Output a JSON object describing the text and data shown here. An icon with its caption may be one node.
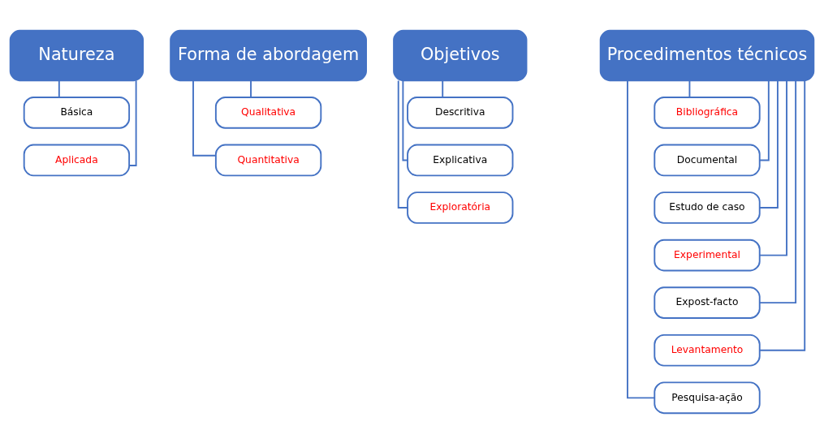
{
  "diagram": {
    "nodes": [
      {
        "text": [
          "Natureza"
        ]
      },
      {
        "text": [
          "Básica"
        ]
      },
      {
        "text": [
          "Aplicada"
        ]
      },
      {
        "text": [
          "Forma de abordagem"
        ]
      },
      {
        "text": [
          "Qualitativa"
        ]
      },
      {
        "text": [
          "Quantitativa"
        ]
      },
      {
        "text": [
          "Objetivos"
        ]
      },
      {
        "text": [
          "Descritiva"
        ]
      },
      {
        "text": [
          "Explicativa"
        ]
      },
      {
        "text": [
          "Exploratória"
        ]
      },
      {
        "text": [
          "Procedimentos técnicos"
        ]
      },
      {
        "text": [
          "Bibliográfica"
        ]
      },
      {
        "text": [
          "Documental"
        ]
      },
      {
        "text": [
          "Estudo de caso"
        ]
      },
      {
        "text": [
          "Experimental"
        ]
      },
      {
        "text": [
          "Expost-facto"
        ]
      },
      {
        "text": [
          "Levantamento"
        ]
      },
      {
        "text": [
          "Pesquisa-ação"
        ]
      }
    ],
    "edges": [
      {
        "from": 0,
        "to": 1,
        "arrow": "none"
      },
      {
        "from": 0,
        "to": 2,
        "arrow": "none"
      },
      {
        "from": 3,
        "to": 4,
        "arrow": "none"
      },
      {
        "from": 3,
        "to": 5,
        "arrow": "none"
      },
      {
        "from": 6,
        "to": 7,
        "arrow": "none"
      },
      {
        "from": 6,
        "to": 8,
        "arrow": "none"
      },
      {
        "from": 6,
        "to": 9,
        "arrow": "none"
      },
      {
        "from": 10,
        "to": 11,
        "arrow": "none"
      },
      {
        "from": 10,
        "to": 12,
        "arrow": "none"
      },
      {
        "from": 10,
        "to": 13,
        "arrow": "none"
      },
      {
        "from": 10,
        "to": 14,
        "arrow": "none"
      },
      {
        "from": 10,
        "to": 15,
        "arrow": "none"
      },
      {
        "from": 10,
        "to": 16,
        "arrow": "none"
      },
      {
        "from": 10,
        "to": 17,
        "arrow": "none"
      }
    ]
  }
}
